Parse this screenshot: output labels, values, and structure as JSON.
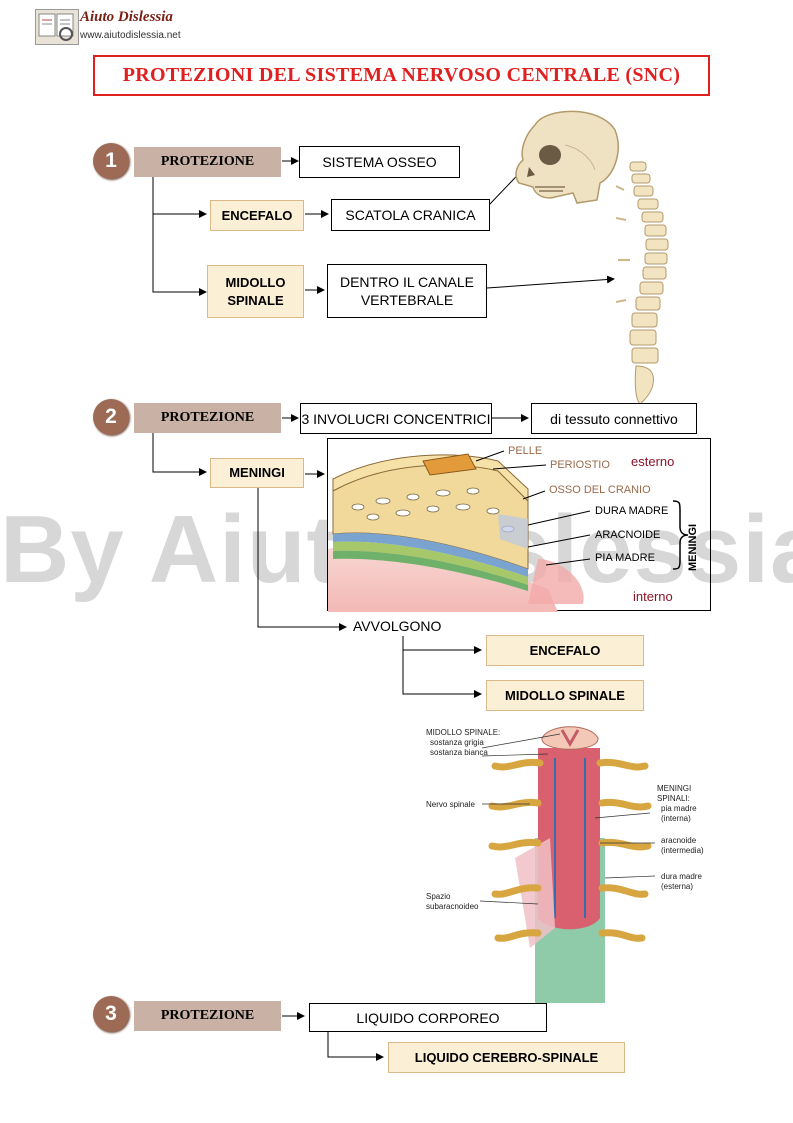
{
  "logo": {
    "title": "Aiuto Dislessia",
    "url": "www.aiutodislessia.net"
  },
  "title": "PROTEZIONI DEL SISTEMA NERVOSO CENTRALE (SNC)",
  "watermark": "By AiutoDislessia.net",
  "section1": {
    "number": "1",
    "protezione": "PROTEZIONE",
    "sistema": "SISTEMA OSSEO",
    "encefalo": "ENCEFALO",
    "scatola": "SCATOLA CRANICA",
    "midollo_line1": "MIDOLLO",
    "midollo_line2": "SPINALE",
    "canale_line1": "DENTRO IL CANALE",
    "canale_line2": "VERTEBRALE"
  },
  "section2": {
    "number": "2",
    "protezione": "PROTEZIONE",
    "involucri": "3 INVOLUCRI CONCENTRICI",
    "tessuto": "di tessuto connettivo",
    "meningi": "MENINGI",
    "diagram": {
      "pelle": "PELLE",
      "periostio": "PERIOSTIO",
      "esterno": "esterno",
      "osso": "OSSO DEL CRANIO",
      "dura": "DURA MADRE",
      "aracnoide": "ARACNOIDE",
      "pia": "PIA MADRE",
      "meningi_side": "MENINGI",
      "interno": "interno"
    },
    "avvolgono": "AVVOLGONO",
    "encefalo": "ENCEFALO",
    "midollo": "MIDOLLO SPINALE",
    "spine_figure": {
      "midollo_title": "MIDOLLO SPINALE:",
      "grigia": "sostanza grigia",
      "bianca": "sostanza bianca",
      "nervo": "Nervo spinale",
      "spazio1": "Spazio",
      "spazio2": "subaracnoideo",
      "meningi1": "MENINGI",
      "meningi2": "SPINALI:",
      "pia1": "pia madre",
      "pia2": "(interna)",
      "arac1": "aracnoide",
      "arac2": "(intermedia)",
      "dura1": "dura madre",
      "dura2": "(esterna)"
    }
  },
  "section3": {
    "number": "3",
    "protezione": "PROTEZIONE",
    "liquido": "LIQUIDO CORPOREO",
    "cerebro": "LIQUIDO CEREBRO-SPINALE"
  }
}
